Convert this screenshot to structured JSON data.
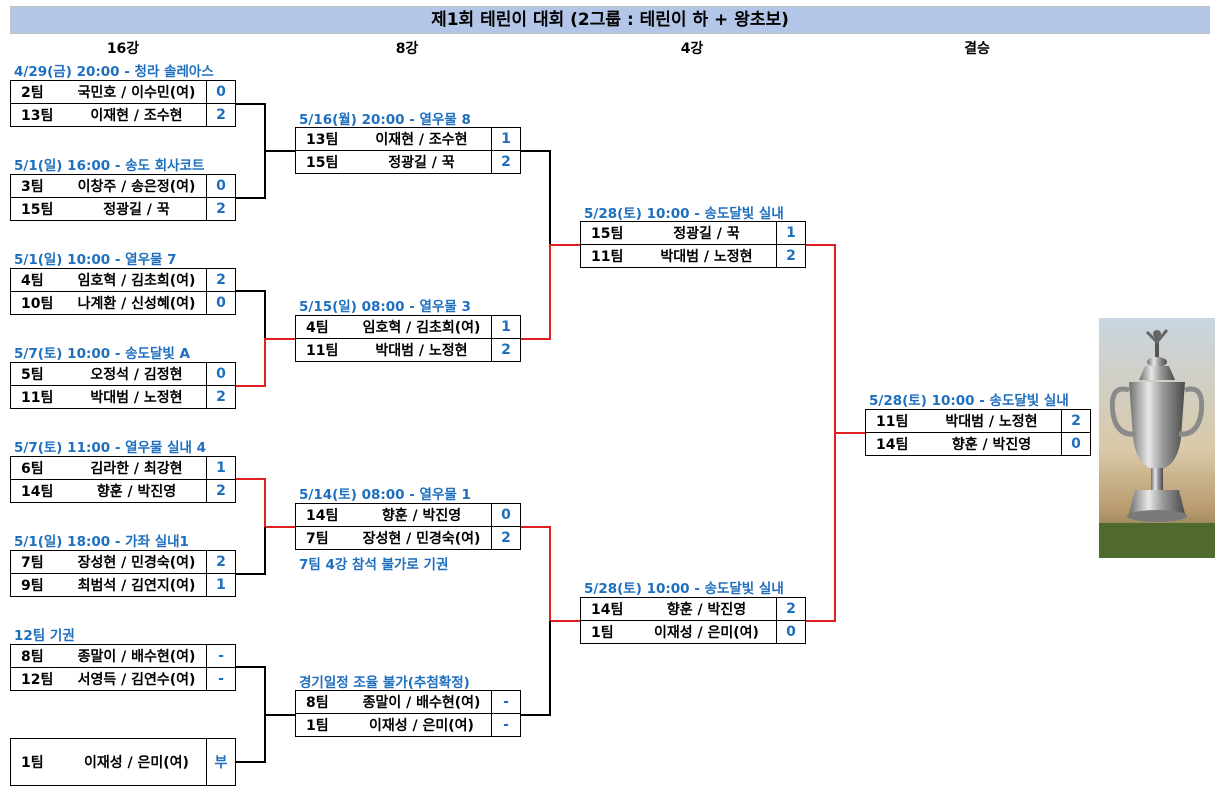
{
  "title": "제1회 테린이 대회 (2그룹 : 테린이 하 + 왕초보)",
  "rounds": [
    "16강",
    "8강",
    "4강",
    "결승"
  ],
  "colors": {
    "header_bg": "#b4c6e7",
    "caption": "#1f6fbf",
    "winner_line": "#e02020",
    "loser_line": "#000000"
  },
  "r16": [
    {
      "caption": "4/29(금) 20:00 - 청라 솔레아스",
      "rows": [
        {
          "team": "2팀",
          "names": "국민호 / 이수민(여)",
          "score": "0"
        },
        {
          "team": "13팀",
          "names": "이재현 / 조수현",
          "score": "2"
        }
      ]
    },
    {
      "caption": "5/1(일) 16:00 - 송도 회사코트",
      "rows": [
        {
          "team": "3팀",
          "names": "이창주 / 송은정(여)",
          "score": "0"
        },
        {
          "team": "15팀",
          "names": "정광길 / 꾹",
          "score": "2"
        }
      ]
    },
    {
      "caption": "5/1(일) 10:00 - 열우물 7",
      "rows": [
        {
          "team": "4팀",
          "names": "임호혁 / 김초희(여)",
          "score": "2"
        },
        {
          "team": "10팀",
          "names": "나계환 / 신성혜(여)",
          "score": "0"
        }
      ]
    },
    {
      "caption": "5/7(토) 10:00 - 송도달빛 A",
      "rows": [
        {
          "team": "5팀",
          "names": "오정석 / 김정현",
          "score": "0"
        },
        {
          "team": "11팀",
          "names": "박대범 / 노정현",
          "score": "2"
        }
      ]
    },
    {
      "caption": "5/7(토) 11:00 - 열우물 실내 4",
      "rows": [
        {
          "team": "6팀",
          "names": "김라한 / 최강현",
          "score": "1"
        },
        {
          "team": "14팀",
          "names": "향훈 / 박진영",
          "score": "2"
        }
      ]
    },
    {
      "caption": "5/1(일) 18:00 - 가좌 실내1",
      "rows": [
        {
          "team": "7팀",
          "names": "장성현 / 민경숙(여)",
          "score": "2"
        },
        {
          "team": "9팀",
          "names": "최범석 / 김연지(여)",
          "score": "1"
        }
      ]
    },
    {
      "caption": "12팀 기권",
      "rows": [
        {
          "team": "8팀",
          "names": "종말이 / 배수현(여)",
          "score": "-"
        },
        {
          "team": "12팀",
          "names": "서영득 / 김연수(여)",
          "score": "-"
        }
      ]
    },
    {
      "caption": "",
      "rows": [
        {
          "team": "1팀",
          "names": "이재성 / 은미(여)",
          "score": "부"
        }
      ]
    }
  ],
  "qf": [
    {
      "caption": "5/16(월) 20:00 - 열우물 8",
      "rows": [
        {
          "team": "13팀",
          "names": "이재현 / 조수현",
          "score": "1"
        },
        {
          "team": "15팀",
          "names": "정광길 / 꾹",
          "score": "2"
        }
      ]
    },
    {
      "caption": "5/15(일) 08:00 - 열우물 3",
      "rows": [
        {
          "team": "4팀",
          "names": "임호혁 / 김초희(여)",
          "score": "1"
        },
        {
          "team": "11팀",
          "names": "박대범 / 노정현",
          "score": "2"
        }
      ]
    },
    {
      "caption": "5/14(토) 08:00 - 열우물 1",
      "note": "7팀 4강 참석 불가로 기권",
      "rows": [
        {
          "team": "14팀",
          "names": "향훈 / 박진영",
          "score": "0"
        },
        {
          "team": "7팀",
          "names": "장성현 / 민경숙(여)",
          "score": "2"
        }
      ]
    },
    {
      "caption": "경기일정 조율 불가(추첨확정)",
      "rows": [
        {
          "team": "8팀",
          "names": "종말이 / 배수현(여)",
          "score": "-"
        },
        {
          "team": "1팀",
          "names": "이재성 / 은미(여)",
          "score": "-"
        }
      ]
    }
  ],
  "sf": [
    {
      "caption": "5/28(토) 10:00 - 송도달빛 실내",
      "rows": [
        {
          "team": "15팀",
          "names": "정광길 / 꾹",
          "score": "1"
        },
        {
          "team": "11팀",
          "names": "박대범 / 노정현",
          "score": "2"
        }
      ]
    },
    {
      "caption": "5/28(토) 10:00 - 송도달빛 실내",
      "rows": [
        {
          "team": "14팀",
          "names": "향훈 / 박진영",
          "score": "2"
        },
        {
          "team": "1팀",
          "names": "이재성 / 은미(여)",
          "score": "0"
        }
      ]
    }
  ],
  "final": {
    "caption": "5/28(토) 10:00 - 송도달빛 실내",
    "rows": [
      {
        "team": "11팀",
        "names": "박대범 / 노정현",
        "score": "2"
      },
      {
        "team": "14팀",
        "names": "향훈 / 박진영",
        "score": "0"
      }
    ]
  },
  "trophy_icon": "trophy-icon"
}
